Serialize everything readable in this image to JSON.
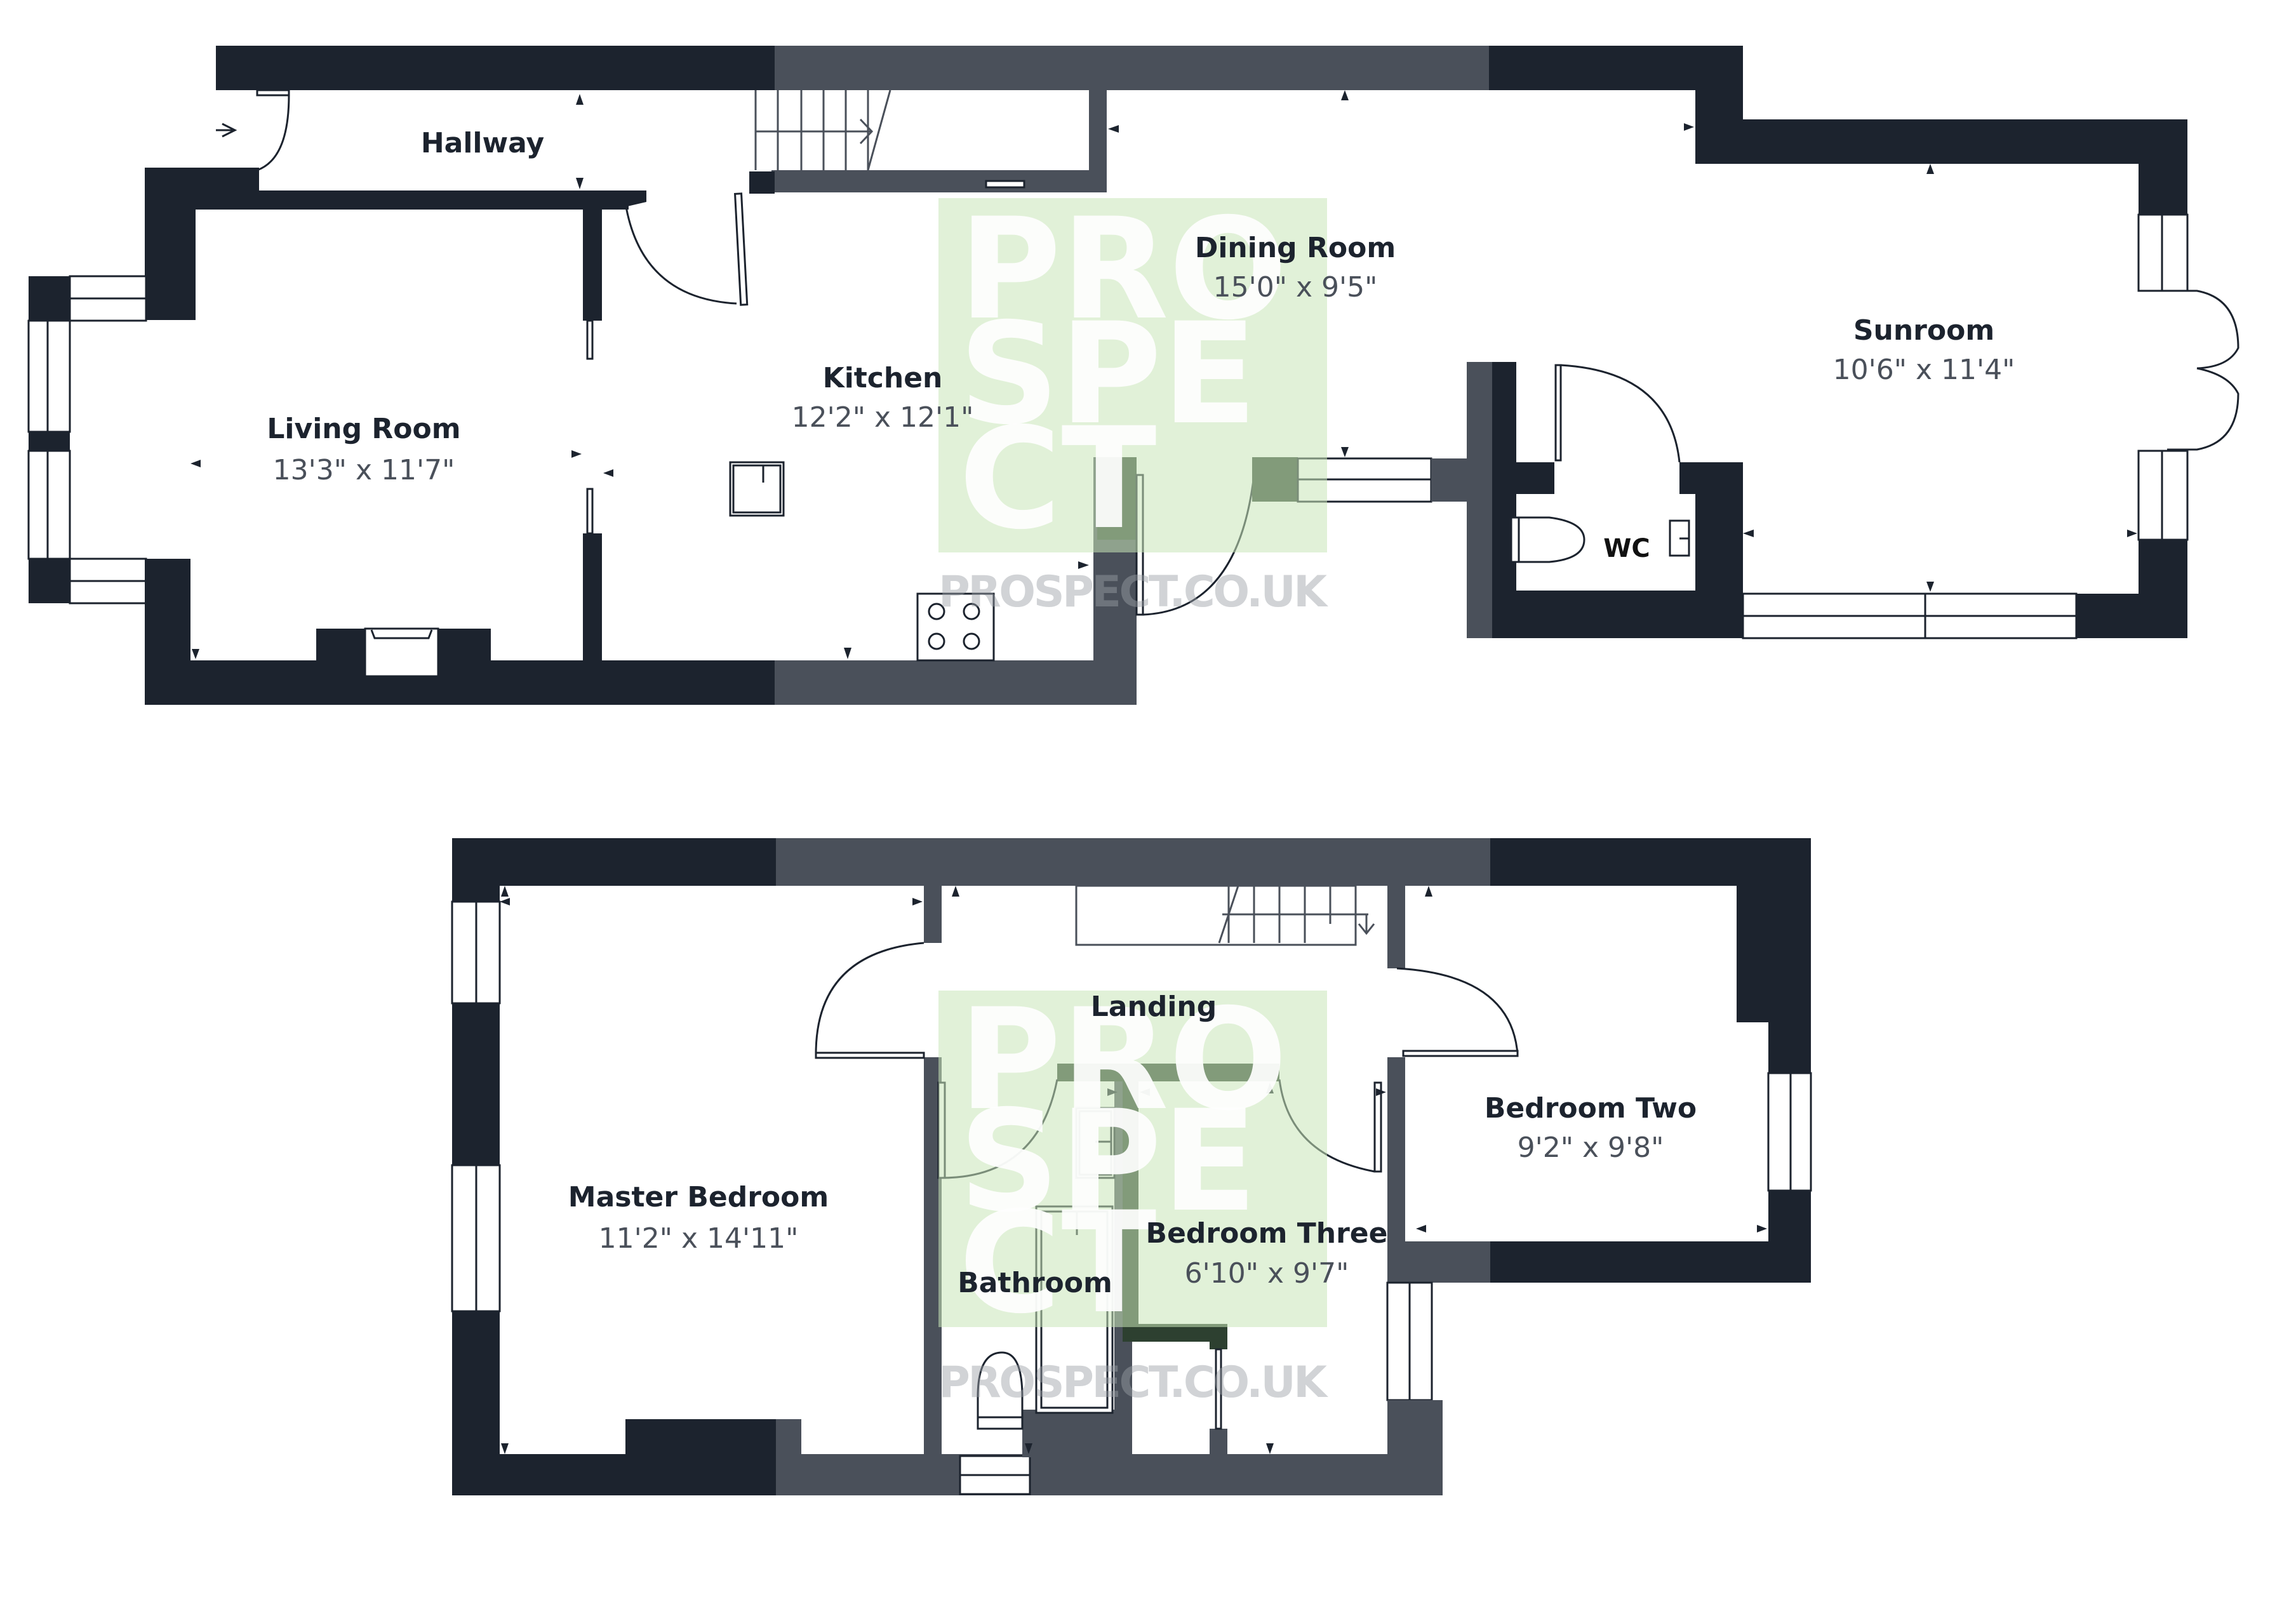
{
  "ground_floor": {
    "rooms": [
      {
        "id": "hallway",
        "name": "Hallway",
        "dims": ""
      },
      {
        "id": "living_room",
        "name": "Living Room",
        "dims": "13'3\" x 11'7\""
      },
      {
        "id": "kitchen",
        "name": "Kitchen",
        "dims": "12'2\" x 12'1\""
      },
      {
        "id": "dining_room",
        "name": "Dining Room",
        "dims": "15'0\" x 9'5\""
      },
      {
        "id": "sunroom",
        "name": "Sunroom",
        "dims": "10'6\" x 11'4\""
      },
      {
        "id": "wc",
        "name": "WC",
        "dims": ""
      }
    ]
  },
  "first_floor": {
    "rooms": [
      {
        "id": "master_bedroom",
        "name": "Master Bedroom",
        "dims": "11'2\" x 14'11\""
      },
      {
        "id": "landing",
        "name": "Landing",
        "dims": ""
      },
      {
        "id": "bathroom",
        "name": "Bathroom",
        "dims": ""
      },
      {
        "id": "bedroom_three",
        "name": "Bedroom Three",
        "dims": "6'10\" x 9'7\""
      },
      {
        "id": "bedroom_two",
        "name": "Bedroom Two",
        "dims": "9'2\" x 9'8\""
      }
    ]
  },
  "watermark": {
    "line1": "PRO",
    "line2": "SPE",
    "line3": "CT",
    "url": "PROSPECT.CO.UK"
  },
  "colors": {
    "wall_dark": "#1c232e",
    "wall_mid": "#4a505a",
    "watermark_green": "#c8e6b8",
    "background": "#ffffff"
  }
}
